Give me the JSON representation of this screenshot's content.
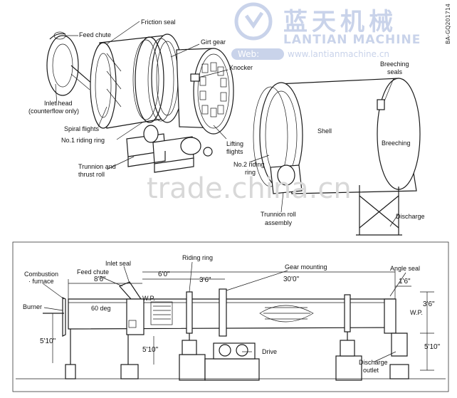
{
  "watermark": {
    "brand_cn": "蓝天机械",
    "brand_en": "LANTIAN MACHINE",
    "web_tag": "Web:",
    "web_url": "www.lantianmachine.cn",
    "center": "trade.china.cn",
    "code": "BA-GQ201714",
    "color": "#c9d3ea"
  },
  "top_labels": {
    "friction_seal": "Friction seal",
    "feed_chute": "Feed chute",
    "girt_gear": "Girt gear",
    "knocker": "Knocker",
    "inlet_head_1": "Inlet head",
    "inlet_head_2": "(counterflow only)",
    "spiral_flights": "Spiral flights",
    "riding_ring_1": "No.1 riding ring",
    "trunnion_1": "Trunnion and",
    "trunnion_2": "thrust roll",
    "lifting_1": "Lifting",
    "lifting_2": "flights",
    "riding_ring_2a": "No.2 riding",
    "riding_ring_2b": "ring",
    "shell": "Shell",
    "breeching": "Breeching",
    "breeching_seals_1": "Breeching",
    "breeching_seals_2": "seals",
    "trunnion_roll_1": "Trunnion roll",
    "trunnion_roll_2": "assembly",
    "discharge": "Discharge"
  },
  "bottom_labels": {
    "combustion_1": "Combustion",
    "combustion_2": "· furnace",
    "burner": "Burner",
    "feed_chute": "Feed chute",
    "inlet_seal": "Inlet seal",
    "riding_ring": "Riding ring",
    "gear_mounting": "Gear mounting",
    "angle_seal": "Angle seal",
    "wp_left": "W.P.",
    "wp_right": "W.P.",
    "deg": "60 deg",
    "drive": "Drive",
    "discharge_1": "Discharge",
    "discharge_2": "outlet"
  },
  "dimensions": {
    "d_8_6": "8'6\"",
    "d_6_0": "6'0\"",
    "d_3_6": "3'6\"",
    "d_30_0": "30'0\"",
    "d_1_6": "1'6\"",
    "d_3_6_right": "3'6\"",
    "d_5_10_left": "5'10\"",
    "d_5_10_mid": "5'10\"",
    "d_5_10_right": "5'10\""
  }
}
